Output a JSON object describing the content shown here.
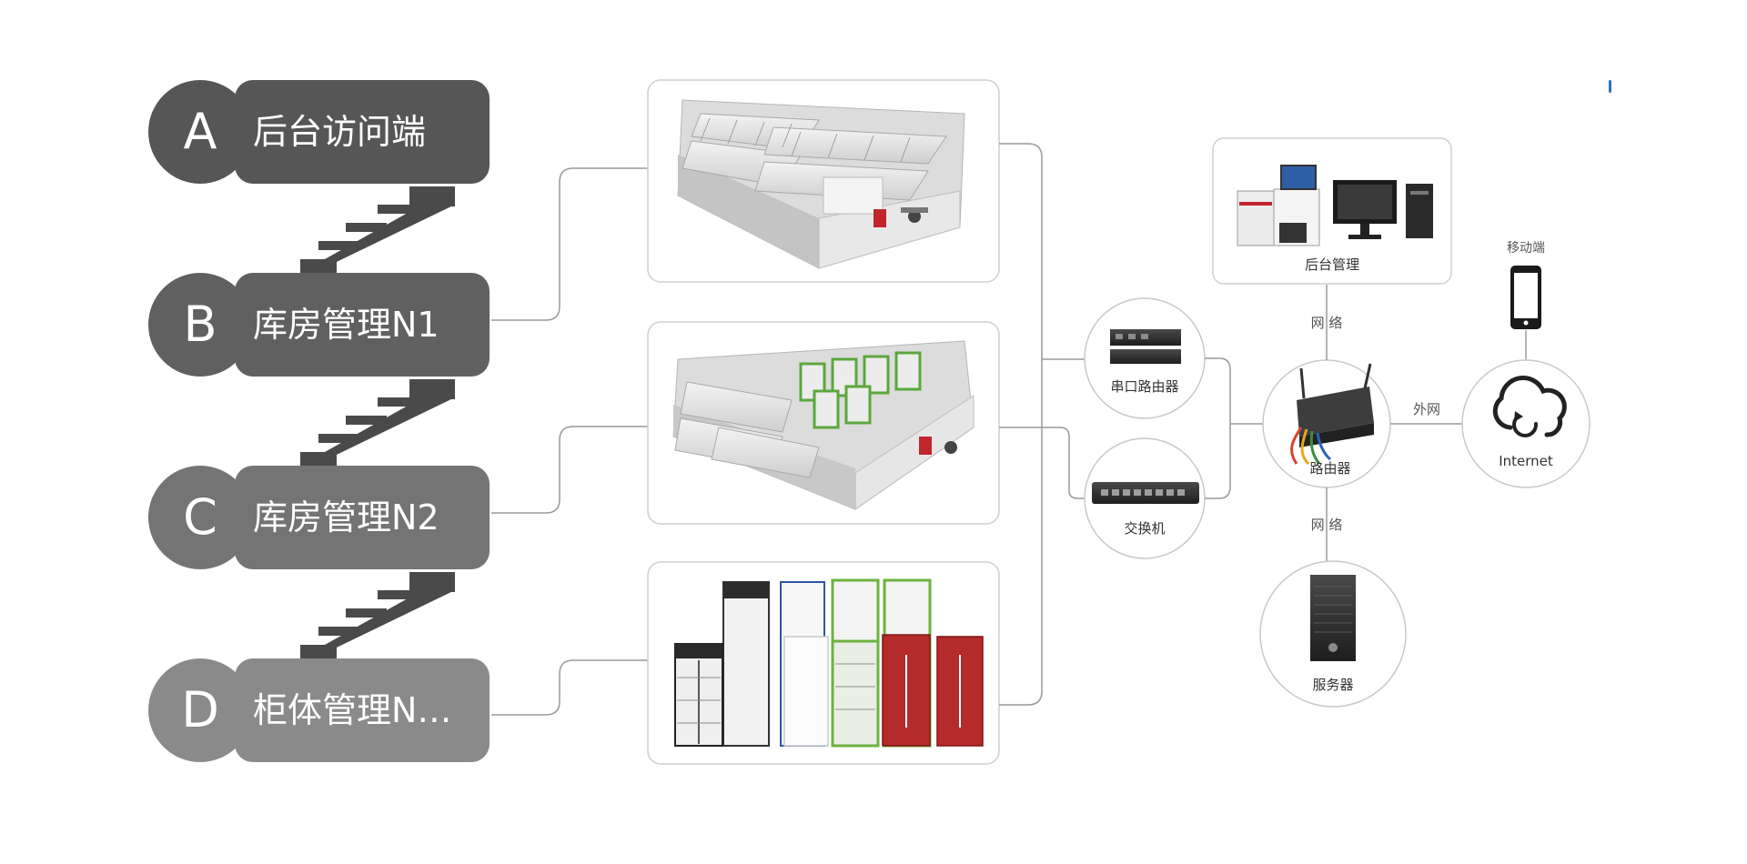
{
  "levels": [
    {
      "letter": "A",
      "label": "后台访问端",
      "color": "#565656"
    },
    {
      "letter": "B",
      "label": "库房管理N1",
      "color": "#606060"
    },
    {
      "letter": "C",
      "label": "库房管理N2",
      "color": "#747474"
    },
    {
      "letter": "D",
      "label": "柜体管理N…",
      "color": "#8a8a8a"
    }
  ],
  "panels": [
    {
      "name": "warehouse-n1"
    },
    {
      "name": "warehouse-n2"
    },
    {
      "name": "cabinets"
    }
  ],
  "network": {
    "backend": "后台管理",
    "serial_router": "串口路由器",
    "switch": "交换机",
    "router": "路由器",
    "server": "服务器",
    "internet": "Internet",
    "mobile": "移动端",
    "network_top": "网 络",
    "network_bottom": "网 络",
    "extranet": "外网"
  }
}
